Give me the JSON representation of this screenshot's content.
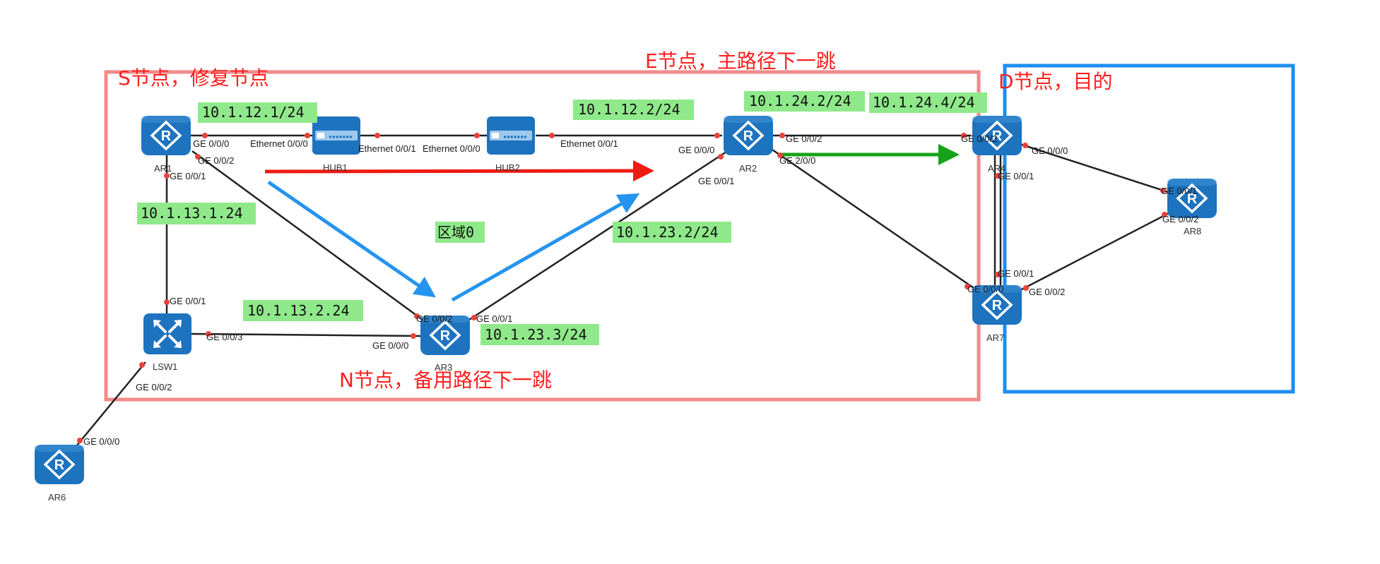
{
  "colors": {
    "area_border": "#f28a8a",
    "dest_border": "#1e8ef0",
    "annotation_text": "#ff1f1f",
    "ip_bg": "#8fe98a",
    "link": "#222222",
    "port_dot": "#e8433c",
    "device": "#1e73be",
    "arrow_red": "#ee1b12",
    "arrow_blue": "#2594ee",
    "arrow_green": "#16a31a"
  },
  "annotations": {
    "s_node": "S节点，修复节点",
    "e_node": "E节点，主路径下一跳",
    "d_node": "D节点，目的",
    "n_node": "N节点，备用路径下一跳",
    "area": "区域0"
  },
  "devices": {
    "ar1": "AR1",
    "ar2": "AR2",
    "ar3": "AR3",
    "ar4": "AR4",
    "ar6": "AR6",
    "ar7": "AR7",
    "ar8": "AR8",
    "hub1": "HUB1",
    "hub2": "HUB2",
    "lsw1": "LSW1"
  },
  "ips": {
    "ar1_e": "10.1.12.1/24",
    "ar2_w": "10.1.12.2/24",
    "ar2_e": "10.1.24.2/24",
    "ar4_w": "10.1.24.4/24",
    "ar1_s": "10.1.13.1.24",
    "ar3_w": "10.1.13.2.24",
    "ar2_sw": "10.1.23.2/24",
    "ar3_e": "10.1.23.3/24"
  },
  "ports": {
    "ar1_ge000": "GE 0/0/0",
    "ar1_ge002": "GE 0/0/2",
    "ar1_ge001": "GE 0/0/1",
    "hub1_eth000": "Ethernet 0/0/0",
    "hub1_eth001": "Ethernet 0/0/1",
    "hub2_eth000": "Ethernet 0/0/0",
    "hub2_eth001": "Ethernet 0/0/1",
    "ar2_ge000": "GE 0/0/0",
    "ar2_ge001": "GE 0/0/1",
    "ar2_ge002": "GE 0/0/2",
    "ar2_ge200": "GE 2/0/0",
    "ar4_ge002": "GE 0/0/2",
    "ar4_ge000": "GE 0/0/0",
    "ar4_ge001": "GE 0/0/1",
    "ar8_ge001": "GE 0/0/1",
    "ar8_ge002": "GE 0/0/2",
    "ar7_ge001": "GE 0/0/1",
    "ar7_ge000": "GE 0/0/0",
    "ar7_ge002": "GE 0/0/2",
    "lsw1_ge001": "GE 0/0/1",
    "lsw1_ge003": "GE 0/0/3",
    "lsw1_ge002": "GE 0/0/2",
    "ar3_ge002": "GE 0/0/2",
    "ar3_ge001": "GE 0/0/1",
    "ar3_ge000": "GE 0/0/0",
    "ar6_ge000": "GE 0/0/0"
  },
  "icons": {
    "router": "router-icon",
    "hub": "hub-icon",
    "switch": "switch-icon"
  }
}
